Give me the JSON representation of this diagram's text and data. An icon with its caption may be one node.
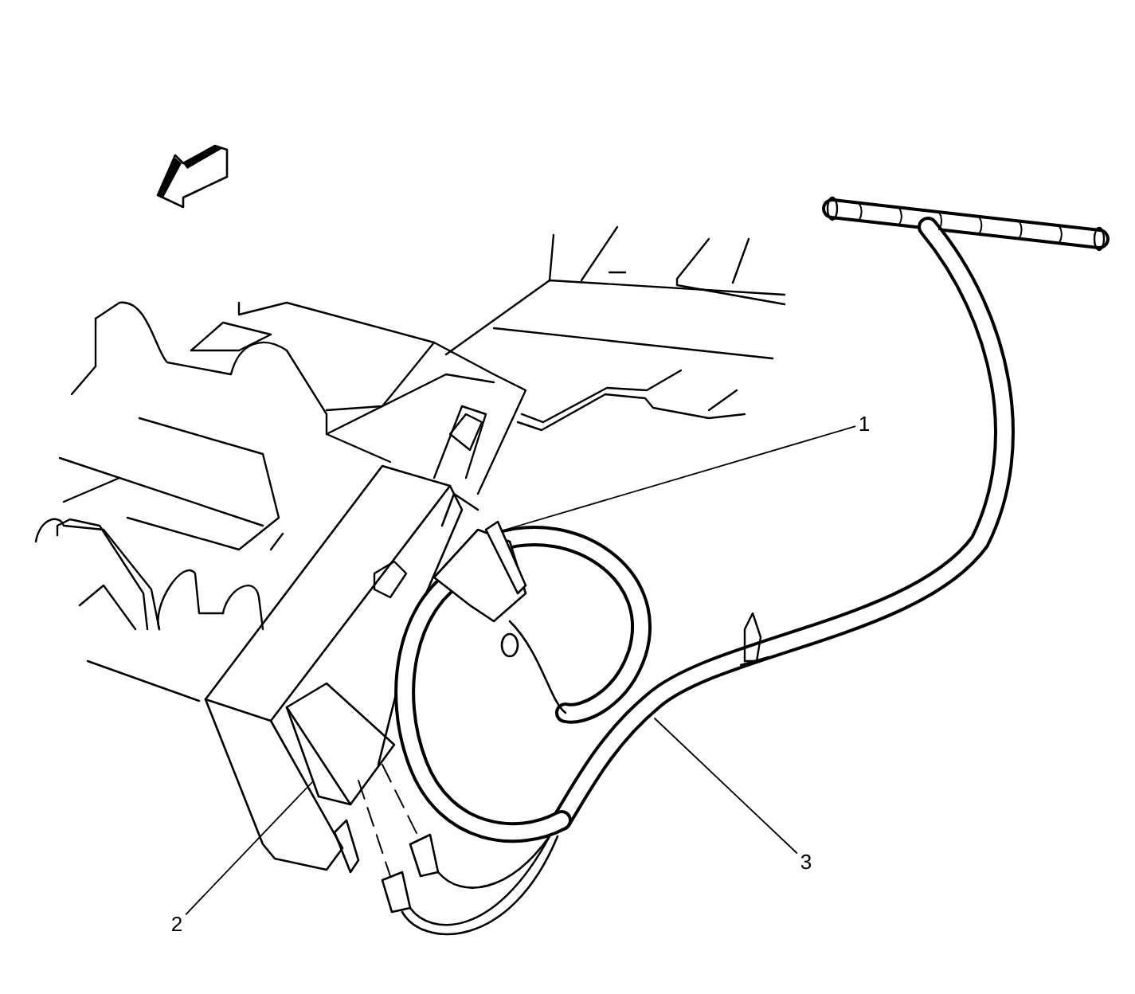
{
  "diagram": {
    "nodes": [
      {
        "text": [
          "1"
        ]
      },
      {
        "text": [
          "2"
        ]
      },
      {
        "text": [
          "3"
        ]
      }
    ],
    "edges": [
      {
        "from": 0,
        "to": null,
        "arrow": "none"
      },
      {
        "from": 1,
        "to": null,
        "arrow": "none"
      },
      {
        "from": 2,
        "to": null,
        "arrow": "none"
      }
    ]
  }
}
